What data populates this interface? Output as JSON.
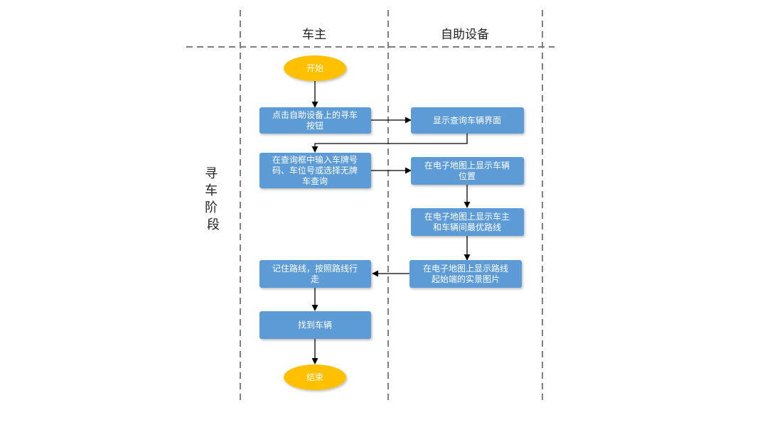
{
  "lanes": {
    "owner": "车主",
    "device": "自助设备"
  },
  "phase": "寻车阶段",
  "nodes": {
    "start": "开始",
    "end": "结束",
    "o1": [
      "点击自助设备上的寻车",
      "按钮"
    ],
    "d1": [
      "显示查询车辆界面"
    ],
    "o2": [
      "在查询框中输入车牌号",
      "码、车位号或选择无牌",
      "车查询"
    ],
    "d2": [
      "在电子地图上显示车辆",
      "位置"
    ],
    "d3": [
      "在电子地图上显示车主",
      "和车辆间最优路线"
    ],
    "d4": [
      "在电子地图上显示路线",
      "起始端的实景图片"
    ],
    "o3": [
      "记住路线，按照路线行",
      "走"
    ],
    "o4": [
      "找到车辆"
    ]
  },
  "colors": {
    "process": "#5b9bd5",
    "terminal": "#ffc000",
    "divider": "#7f7f7f"
  }
}
